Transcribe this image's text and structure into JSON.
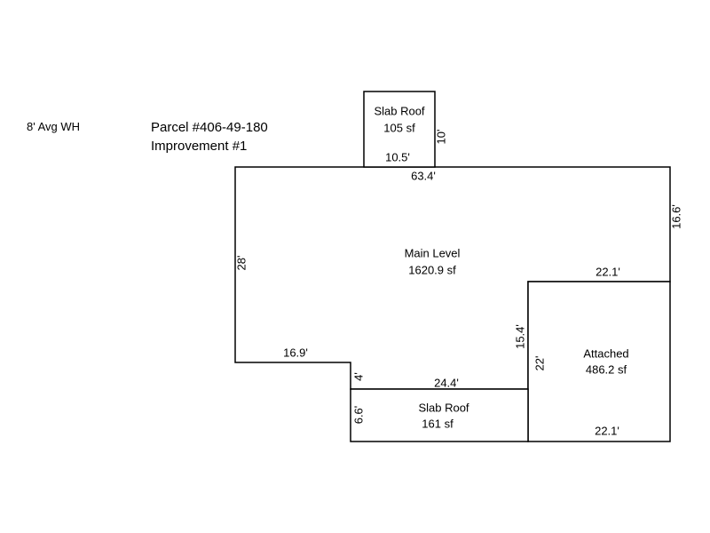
{
  "header": {
    "avg_wall_height": "8' Avg WH",
    "parcel": "Parcel #406-49-180",
    "improvement": "Improvement #1"
  },
  "areas": {
    "top_slab": {
      "label": "Slab Roof",
      "area": "105 sf"
    },
    "main": {
      "label": "Main Level",
      "area": "1620.9 sf"
    },
    "attached": {
      "label": "Attached",
      "area": "486.2 sf"
    },
    "bottom_slab": {
      "label": "Slab Roof",
      "area": "161 sf"
    }
  },
  "dimensions": {
    "top_slab_width": "10.5'",
    "top_slab_height": "10'",
    "main_top": "63.4'",
    "main_right": "16.6'",
    "main_left": "28'",
    "main_bottom_left": "16.9'",
    "main_step": "4'",
    "main_right_inner": "15.4'",
    "attached_top": "22.1'",
    "attached_bottom": "22.1'",
    "attached_left": "22'",
    "bottom_slab_top": "24.4'",
    "bottom_slab_left": "6.6'"
  }
}
